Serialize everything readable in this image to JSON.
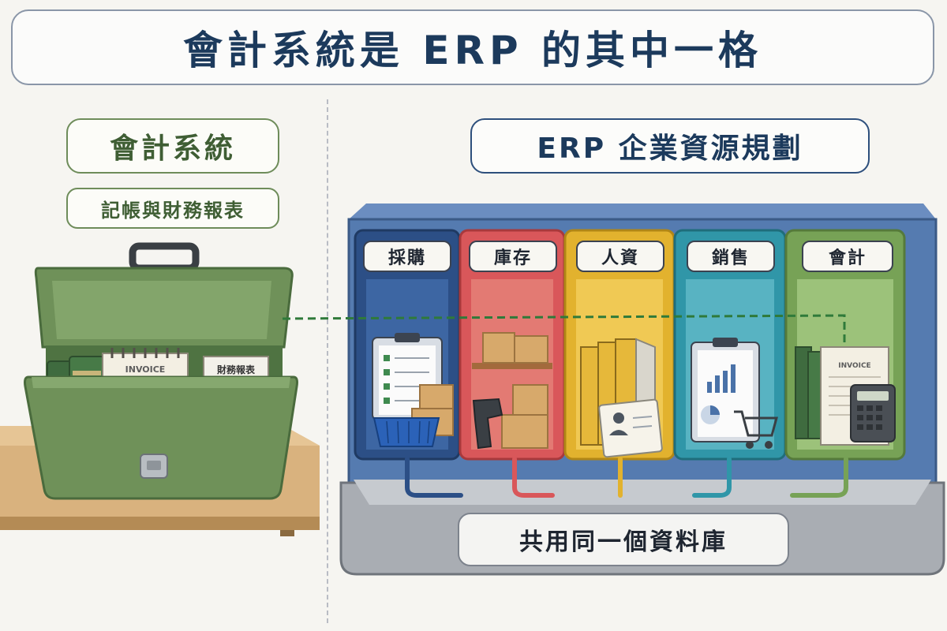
{
  "title": "會計系統是 ERP 的其中一格",
  "accounting": {
    "label": "會計系統",
    "sublabel": "記帳與財務報表",
    "invoice_text": "INVOICE",
    "report_text": "財務報表"
  },
  "erp": {
    "label": "ERP 企業資源規劃",
    "modules": [
      {
        "label": "採購",
        "color": "#2c4f86"
      },
      {
        "label": "庫存",
        "color": "#d9575a"
      },
      {
        "label": "人資",
        "color": "#e2b22e"
      },
      {
        "label": "銷售",
        "color": "#3096a8"
      },
      {
        "label": "會計",
        "color": "#77a256"
      }
    ],
    "invoice_text": "INVOICE",
    "database_label": "共用同一個資料庫"
  },
  "colors": {
    "title_text": "#1c3a5c",
    "toolbox_green": "#6f9159",
    "cabinet_frame": "#557bb0",
    "database_gray": "#a9adb3",
    "connector": "#2f7a3a"
  }
}
